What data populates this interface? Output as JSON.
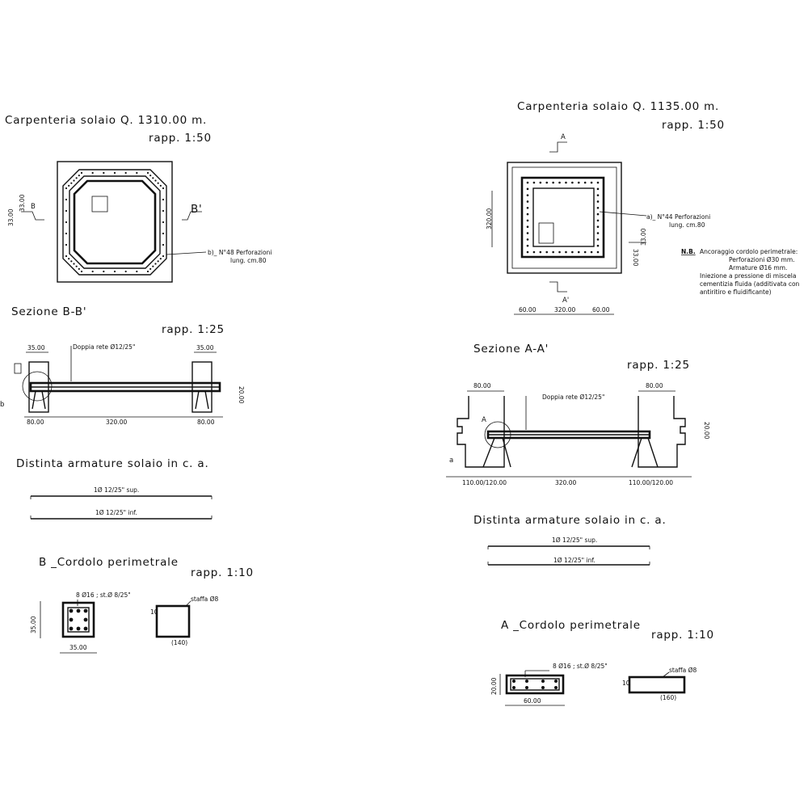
{
  "left": {
    "plan_title": "Carpenteria solaio Q. 1310.00 m.",
    "plan_scale": "rapp. 1:50",
    "section_mark_b": "B",
    "section_mark_b2": "B'",
    "dim_33": "33.00",
    "perforation_label": "b)_ N°48 Perforazioni",
    "perforation_length": "lung. cm.80",
    "section_title": "Sezione B-B'",
    "section_scale": "rapp. 1:25",
    "dim_35_left": "35.00",
    "dim_35_right": "35.00",
    "net_label": "Doppia rete Ø12/25\"",
    "dim_20": "20.00",
    "detail_mark": "b",
    "dim_80_left": "80.00",
    "dim_320": "320.00",
    "dim_80_right": "80.00",
    "rebar_title": "Distinta armature solaio in c. a.",
    "rebar_sup": "1Ø 12/25\" sup.",
    "rebar_inf": "1Ø 12/25\" inf.",
    "curb_title": "B _Cordolo perimetrale",
    "curb_scale": "rapp. 1:10",
    "curb_bars": "8 Ø16 ; st.Ø 8/25\"",
    "curb_height": "35.00",
    "curb_width": "35.00",
    "stirrup_label": "staffa Ø8",
    "stirrup_10": "10",
    "stirrup_len": "(140)"
  },
  "right": {
    "plan_title": "Carpenteria solaio Q. 1135.00 m.",
    "plan_scale": "rapp. 1:50",
    "section_mark_a": "A",
    "section_mark_a2": "A'",
    "dim_320_v": "320.00",
    "perforation_label": "a)_ N°44 Perforazioni",
    "perforation_length": "lung. cm.80",
    "dim_33": "33.00",
    "dim_60_left": "60.00",
    "dim_320_h": "320.00",
    "dim_60_right": "60.00",
    "nb_head": "N.B.",
    "nb_line1": "Ancoraggio cordolo perimetrale:",
    "nb_line2": "Perforazioni  Ø30 mm.",
    "nb_line3": "Armature     Ø16 mm.",
    "nb_line4": "Iniezione a pressione di miscela",
    "nb_line5": "cementizia fluida (additivata con",
    "nb_line6": "antiritiro e fluidificante)",
    "section_title": "Sezione A-A'",
    "section_scale": "rapp. 1:25",
    "dim_80_left": "80.00",
    "dim_80_right": "80.00",
    "net_label": "Doppia rete Ø12/25\"",
    "dim_20": "20.00",
    "detail_mark_A": "A",
    "detail_mark_a": "a",
    "dim_110_left": "110.00/120.00",
    "dim_320": "320.00",
    "dim_110_right": "110.00/120.00",
    "rebar_title": "Distinta armature solaio in c. a.",
    "rebar_sup": "1Ø 12/25\" sup.",
    "rebar_inf": "1Ø 12/25\" inf.",
    "curb_title": "A _Cordolo perimetrale",
    "curb_scale": "rapp. 1:10",
    "curb_bars": "8 Ø16 ; st.Ø 8/25\"",
    "curb_height": "20.00",
    "curb_width": "60.00",
    "stirrup_label": "staffa Ø8",
    "stirrup_10": "10",
    "stirrup_len": "(160)"
  }
}
